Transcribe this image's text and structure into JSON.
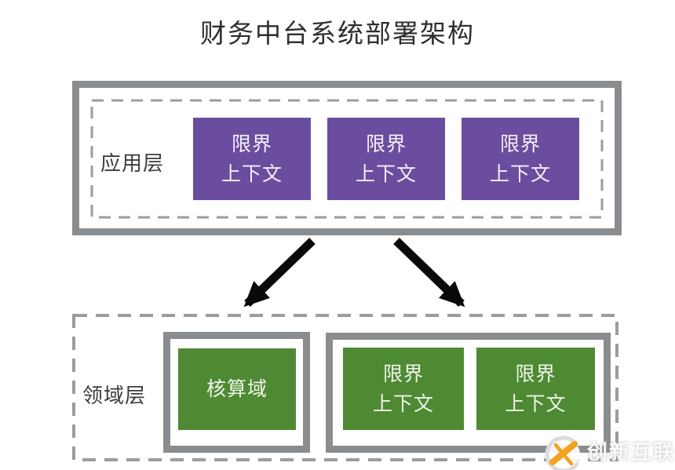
{
  "title": "财务中台系统部署架构",
  "colors": {
    "purple": "#6b4d9f",
    "green": "#4e8a33",
    "frame_gray": "#8a8d90",
    "dash_gray": "#9c9c9c",
    "arrow_black": "#0a0a0a",
    "watermark_orange": "#f2a21c"
  },
  "layers": {
    "application": {
      "label": "应用层",
      "boxes": [
        {
          "label": "限界\n上下文"
        },
        {
          "label": "限界\n上下文"
        },
        {
          "label": "限界\n上下文"
        }
      ]
    },
    "domain": {
      "label": "领域层",
      "groups": [
        {
          "boxes": [
            {
              "label": "核算域"
            }
          ]
        },
        {
          "boxes": [
            {
              "label": "限界\n上下文"
            },
            {
              "label": "限界\n上下文"
            }
          ]
        }
      ]
    }
  },
  "watermark": {
    "brand": "创新互联"
  }
}
